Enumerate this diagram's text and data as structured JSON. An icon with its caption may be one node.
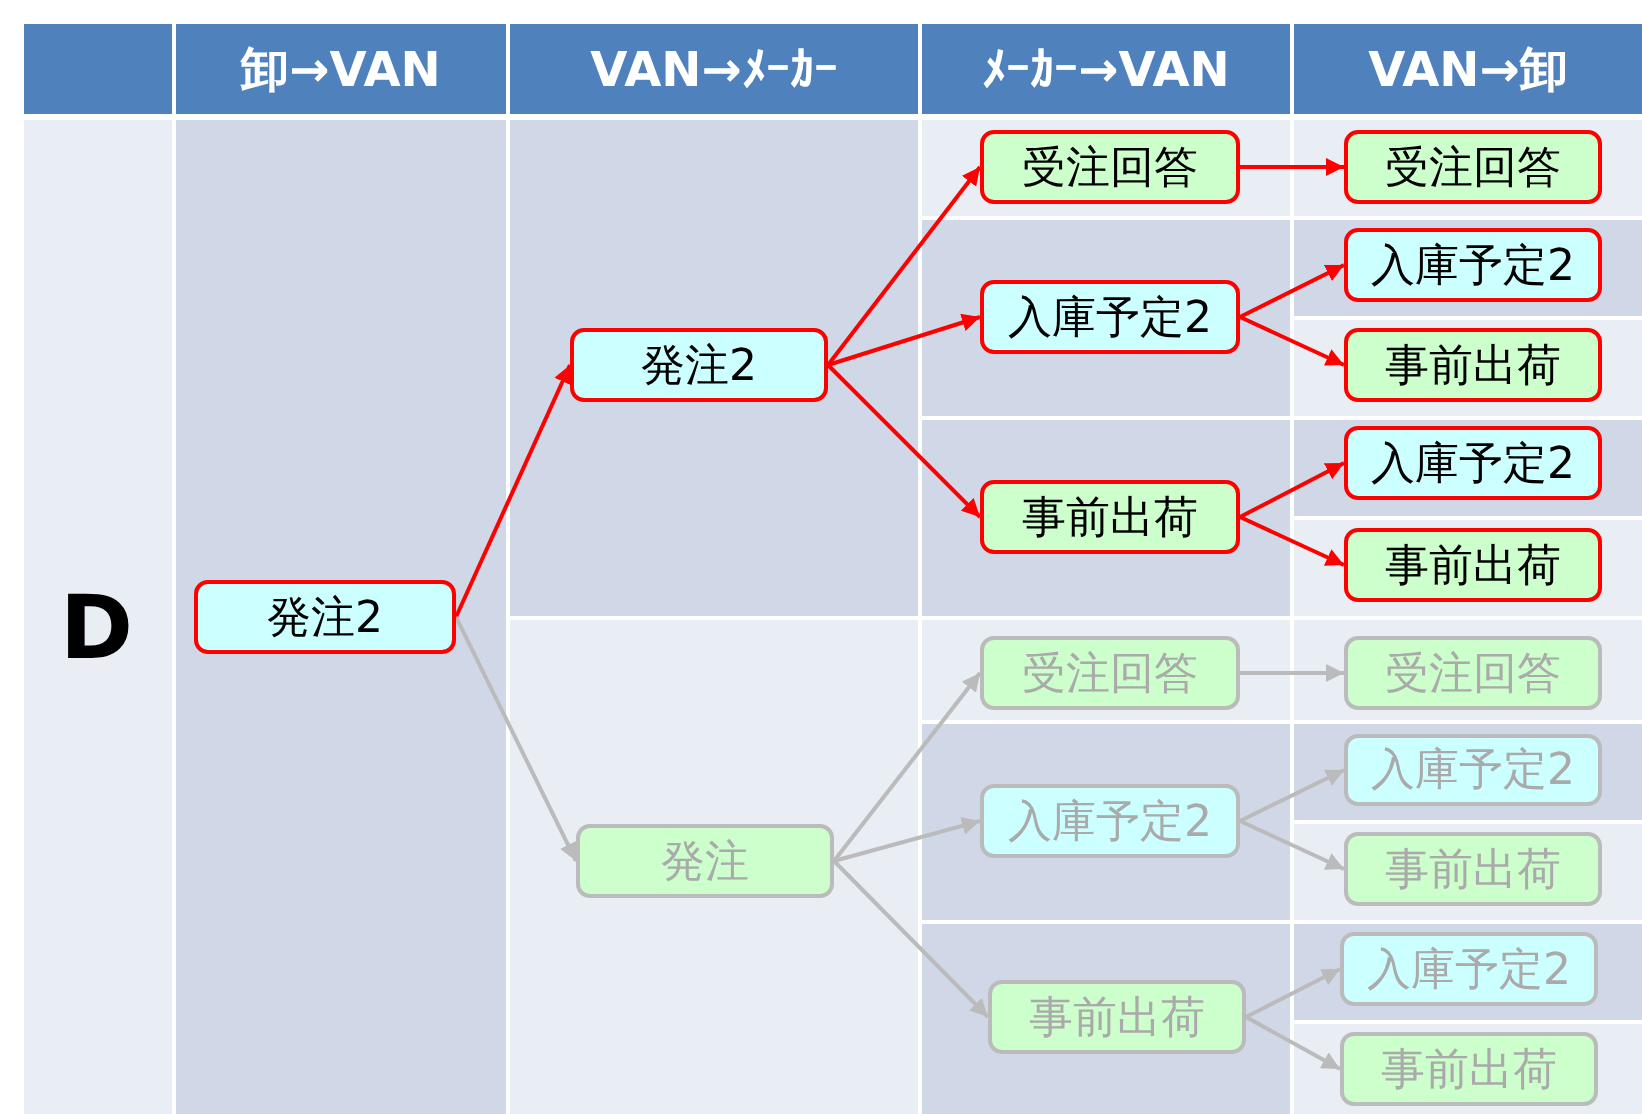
{
  "diagram": {
    "nodes": [
      {
        "text": [
          "発注2"
        ]
      },
      {
        "text": [
          "発注2"
        ]
      },
      {
        "text": [
          "受注回答"
        ]
      },
      {
        "text": [
          "入庫予定2"
        ]
      },
      {
        "text": [
          "事前出荷"
        ]
      },
      {
        "text": [
          "受注回答"
        ]
      },
      {
        "text": [
          "入庫予定2"
        ]
      },
      {
        "text": [
          "事前出荷"
        ]
      },
      {
        "text": [
          "入庫予定2"
        ]
      },
      {
        "text": [
          "事前出荷"
        ]
      },
      {
        "text": [
          "発注"
        ]
      },
      {
        "text": [
          "受注回答"
        ]
      },
      {
        "text": [
          "入庫予定2"
        ]
      },
      {
        "text": [
          "事前出荷"
        ]
      },
      {
        "text": [
          "受注回答"
        ]
      },
      {
        "text": [
          "入庫予定2"
        ]
      },
      {
        "text": [
          "事前出荷"
        ]
      },
      {
        "text": [
          "入庫予定2"
        ]
      },
      {
        "text": [
          "事前出荷"
        ]
      }
    ],
    "edges": [
      {
        "from": 0,
        "to": 1,
        "arrow": "to"
      },
      {
        "from": 1,
        "to": 2,
        "arrow": "to"
      },
      {
        "from": 1,
        "to": 3,
        "arrow": "to"
      },
      {
        "from": 1,
        "to": 4,
        "arrow": "to"
      },
      {
        "from": 2,
        "to": 5,
        "arrow": "to"
      },
      {
        "from": 3,
        "to": 6,
        "arrow": "to"
      },
      {
        "from": 3,
        "to": 7,
        "arrow": "to"
      },
      {
        "from": 4,
        "to": 8,
        "arrow": "to"
      },
      {
        "from": 4,
        "to": 9,
        "arrow": "to"
      },
      {
        "from": 0,
        "to": 10,
        "arrow": "to",
        "color": "#bbbbbb"
      },
      {
        "from": 10,
        "to": 11,
        "arrow": "to",
        "color": "#bbbbbb"
      },
      {
        "from": 10,
        "to": 12,
        "arrow": "to",
        "color": "#bbbbbb"
      },
      {
        "from": 10,
        "to": 13,
        "arrow": "to",
        "color": "#bbbbbb"
      },
      {
        "from": 11,
        "to": 14,
        "arrow": "to",
        "color": "#bbbbbb"
      },
      {
        "from": 12,
        "to": 15,
        "arrow": "to",
        "color": "#bbbbbb"
      },
      {
        "from": 12,
        "to": 16,
        "arrow": "to",
        "color": "#bbbbbb"
      },
      {
        "from": 13,
        "to": 17,
        "arrow": "to",
        "color": "#bbbbbb"
      },
      {
        "from": 13,
        "to": 18,
        "arrow": "to",
        "color": "#bbbbbb"
      }
    ],
    "labels": [
      "卸→VAN",
      "VAN→ﾒｰｶｰ",
      "ﾒｰｶｰ→VAN",
      "VAN→卸",
      "D"
    ]
  }
}
